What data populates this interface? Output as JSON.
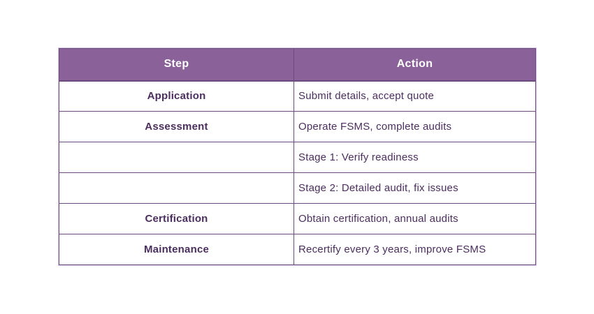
{
  "chart_data": {
    "type": "table",
    "title": "",
    "columns": [
      "Step",
      "Action"
    ],
    "rows": [
      [
        "Application",
        "Submit details, accept quote"
      ],
      [
        "Assessment",
        "Operate FSMS, complete audits"
      ],
      [
        "",
        "Stage 1: Verify readiness"
      ],
      [
        "",
        "Stage 2: Detailed audit, fix issues"
      ],
      [
        "Certification",
        "Obtain certification, annual audits"
      ],
      [
        "Maintenance",
        "Recertify every 3 years, improve FSMS"
      ]
    ]
  },
  "colors": {
    "header_bg": "#8a6299",
    "header_text": "#ffffff",
    "body_text": "#4b2e5e",
    "grid_border": "#6b4a7d",
    "outer_halo": "#d9c9e2",
    "page_background": "#ffffff"
  }
}
